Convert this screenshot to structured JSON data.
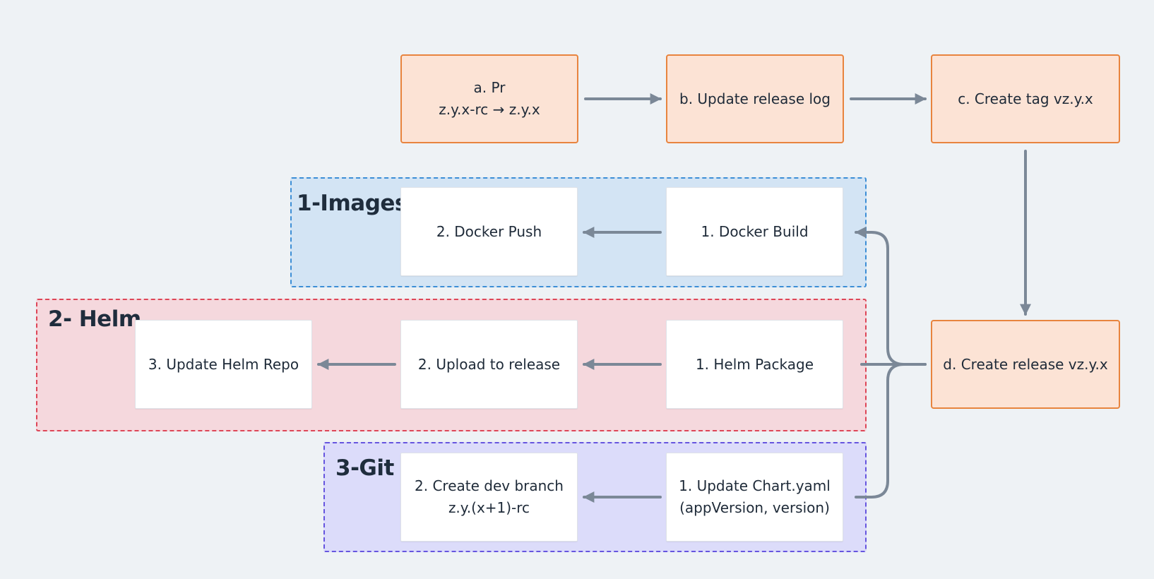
{
  "groups": {
    "images": "1-Images",
    "helm": "2- Helm",
    "git": "3-Git"
  },
  "nodes": {
    "a_pr": "a. Pr\nz.y.x-rc → z.y.x",
    "b_update_release_log": "b. Update release log",
    "c_create_tag": "c. Create tag vz.y.x",
    "d_create_release": "d. Create release vz.y.x",
    "images_docker_build": "1. Docker Build",
    "images_docker_push": "2. Docker Push",
    "helm_package": "1. Helm Package",
    "helm_upload": "2. Upload to release",
    "helm_update_repo": "3. Update Helm Repo",
    "git_update_chart": "1. Update Chart.yaml\n(appVersion, version)",
    "git_create_branch": "2. Create dev branch\nz.y.(x+1)-rc"
  },
  "colors": {
    "edge": "#7b8897",
    "release_step": "#e8843e",
    "images": "#3c8ed6",
    "helm": "#dd4657",
    "git": "#6655df"
  }
}
